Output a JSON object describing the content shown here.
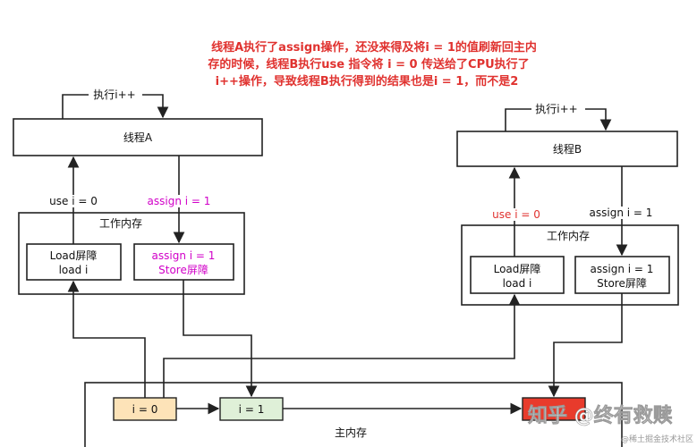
{
  "title_lines": [
    "线程A执行了assign操作，还没来得及将i  = 1的值刷新回主内",
    "存的时候，线程B执行use 指令将 i = 0 传送给了CPU执行了",
    "i++操作，导致线程B执行得到的结果也是i = 1，而不是2"
  ],
  "thread_a": {
    "name": "线程A",
    "loop_label": "执行i++",
    "use_label": "use i = 0",
    "assign_label": "assign i = 1",
    "work_mem_title": "工作内存",
    "load_box": [
      "Load屏障",
      "load  i"
    ],
    "store_box": [
      "assign i = 1",
      "Store屏障"
    ]
  },
  "thread_b": {
    "name": "线程B",
    "loop_label": "执行i++",
    "use_label": "use i = 0",
    "assign_label": "assign i = 1",
    "work_mem_title": "工作内存",
    "load_box": [
      "Load屏障",
      "load  i"
    ],
    "store_box": [
      "assign i = 1",
      "Store屏障"
    ]
  },
  "main_memory": {
    "title": "主内存",
    "cells": [
      "i = 0",
      "i = 1",
      ""
    ],
    "cell_colors": [
      "#fde3b8",
      "#dff0d8",
      "#e83b2c"
    ]
  },
  "watermark": {
    "main": "知乎 @终有救赎",
    "sub": "@稀土掘金技术社区"
  },
  "colors": {
    "title": "#e0322f",
    "magenta": "#d100c8",
    "red": "#e0322f"
  }
}
